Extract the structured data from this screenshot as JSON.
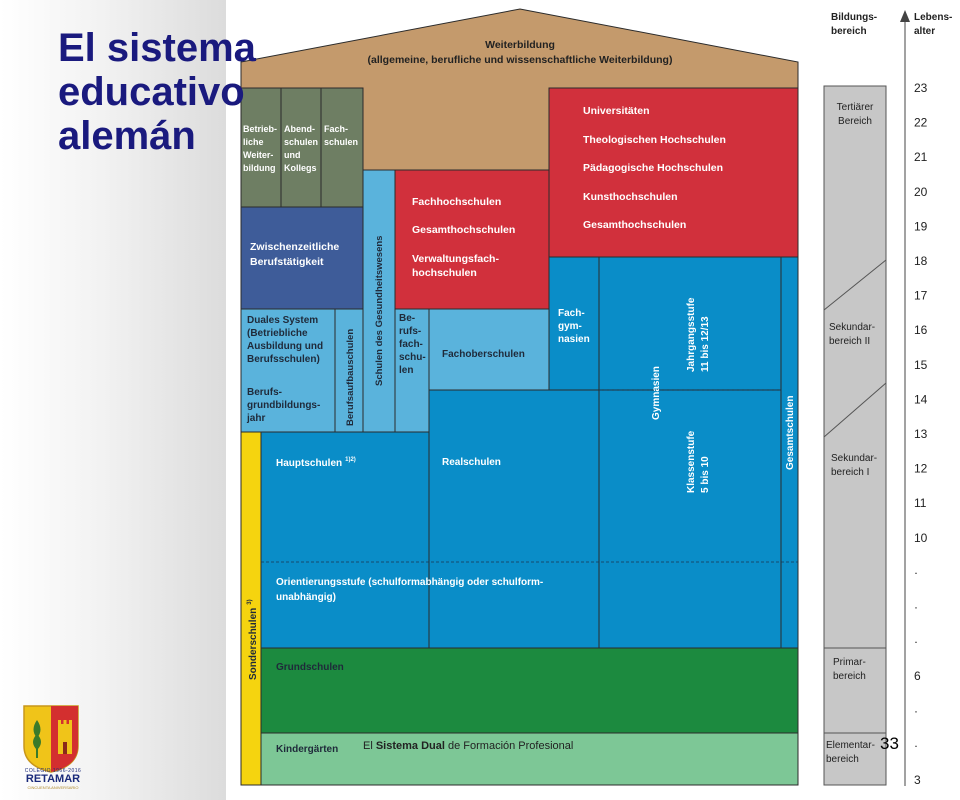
{
  "title": {
    "line1": "El sistema",
    "line2": "educativo",
    "line3": "alemán"
  },
  "blocks": {
    "weiterbildung": {
      "line1": "Weiterbildung",
      "line2": "(allgemeine, berufliche und wissenschaftliche Weiterbildung)"
    },
    "betriebliche": [
      "Betrieb-",
      "liche",
      "Weiter-",
      "bildung"
    ],
    "abendschulen": [
      "Abend-",
      "schulen",
      "und",
      "Kollegs"
    ],
    "fachschulen": [
      "Fach-",
      "schulen"
    ],
    "gesundheitswesen": "Schulen des Gesundheitswesens",
    "fachhochschulen": [
      "Fachhochschulen",
      "Gesamthochschulen",
      "Verwaltungsfach-",
      "hochschulen"
    ],
    "universitaeten": [
      "Universitäten",
      "Theologischen Hochschulen",
      "Pädagogische Hochschulen",
      "Kunsthochschulen",
      "Gesamthochschulen"
    ],
    "zwischenzeitliche": [
      "Zwischenzeitliche",
      "Berufstätigkeit"
    ],
    "duales": [
      "Duales System",
      "(Betriebliche",
      "Ausbildung und",
      "Berufsschulen)"
    ],
    "berufsgrund": [
      "Berufs-",
      "grundbildungs-",
      "jahr"
    ],
    "berufsaufbau": "Berufsaufbauschulen",
    "berufsfach": [
      "Be-",
      "rufs-",
      "fach-",
      "schu-",
      "len"
    ],
    "fachoberschulen": "Fachoberschulen",
    "fachgymnasien": [
      "Fach-",
      "gym-",
      "nasien"
    ],
    "gymnasien": "Gymnasien",
    "jahrgangsstufe": [
      "Jahrgangsstufe",
      "11 bis 12/13"
    ],
    "klassenstufe": [
      "Klassenstufe",
      "5 bis 10"
    ],
    "gesamtschulen": "Gesamtschulen",
    "hauptschulen": "Hauptschulen",
    "hauptschulen_sup": "1)2)",
    "realschulen": "Realschulen",
    "orientierung": [
      "Orientierungsstufe (schulformabhängig oder schulform-",
      "unabhängig)"
    ],
    "sonderschulen": "Sonderschulen",
    "sonderschulen_sup": "3)",
    "grundschulen": "Grundschulen",
    "kindergaerten": "Kindergärten"
  },
  "side": {
    "bildungsbereich": [
      "Bildungs-",
      "bereich"
    ],
    "lebensalter": [
      "Lebens-",
      "alter"
    ],
    "tertiaer": [
      "Tertiärer",
      "Bereich"
    ],
    "sek2": [
      "Sekundar-",
      "bereich II"
    ],
    "sek1": [
      "Sekundar-",
      "bereich I"
    ],
    "primar": [
      "Primar-",
      "bereich"
    ],
    "elementar": [
      "Elementar-",
      "bereich"
    ]
  },
  "ages": [
    "23",
    "22",
    "21",
    "20",
    "19",
    "18",
    "17",
    "16",
    "15",
    "14",
    "13",
    "12",
    "11",
    "10",
    "·",
    "·",
    "·",
    "6",
    "·",
    "·",
    "3"
  ],
  "caption": {
    "pre": "El ",
    "bold": "Sistema Dual",
    "post": " de Formación Profesional"
  },
  "page_number": "33",
  "logo": {
    "line1": "COLEGIO 1966-2016",
    "line2": "RETAMAR",
    "line3": "CINCUENTA ANIVERSARIO"
  },
  "colors": {
    "brown": "#c49a6c",
    "gray_green": "#6e7e63",
    "light_blue": "#5ab3dc",
    "mid_blue": "#0a8dc8",
    "dark_blue": "#3e5c99",
    "red": "#d1303c",
    "green": "#1c8a3f",
    "light_green": "#7dc796",
    "yellow": "#f5d40f",
    "side_gray": "#c7c7c7",
    "title_blue": "#1a1a7e"
  }
}
